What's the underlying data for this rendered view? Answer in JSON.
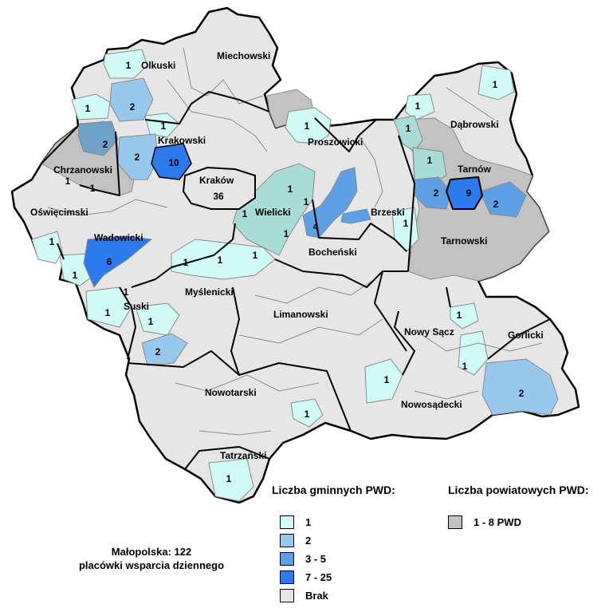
{
  "colors": {
    "none": "#e6e6e6",
    "c1": "#cffaf5",
    "c2": "#97c8ee",
    "c3_5": "#5ea0e6",
    "c7_25": "#2d79ee",
    "powiat": "#c2c2c2",
    "border_thin": "#8a8a8a",
    "border_thick": "#000000"
  },
  "districts": {
    "olkuski": "Olkuski",
    "miechowski": "Miechowski",
    "krakowski": "Krakowski",
    "proszowicki": "Proszowicki",
    "dabrowski": "Dąbrowski",
    "chrzanowski": "Chrzanowski",
    "krakow": "Kraków",
    "tarnow": "Tarnów",
    "oswiecimski": "Oświęcimski",
    "wielicki": "Wielicki",
    "brzeski": "Brzeski",
    "wadowicki": "Wadowicki",
    "bochenski": "Bocheński",
    "tarnowski": "Tarnowski",
    "myslenicki": "Myślenicki",
    "suski": "Suski",
    "limanowski": "Limanowski",
    "nowy_sacz": "Nowy Sącz",
    "gorlicki": "Gorlicki",
    "nowotarski": "Nowotarski",
    "nowosadecki": "Nowosądecki",
    "tatrzanski": "Tatrzański"
  },
  "counts": {
    "olkuski_a": "1",
    "olkuski_b": "1",
    "olkuski_c": "2",
    "krakowski_a": "1",
    "krakowski_b": "2",
    "krakowski_c": "10",
    "chrzanowski_a": "2",
    "chrzanowski_b": "1",
    "chrzanowski_c": "1",
    "krakow": "36",
    "proszowicki": "1",
    "dabrowski_a": "1",
    "dabrowski_b": "1",
    "dabrowski_c": "1",
    "dabrowski_d": "1",
    "tarnow": "9",
    "tarnowski_a": "2",
    "tarnowski_b": "2",
    "oswiecimski": "1",
    "wielicki_a": "1",
    "wielicki_b": "1",
    "wielicki_c": "1",
    "wielicki_d": "1",
    "bochenski": "4",
    "brzeski": "1",
    "wadowicki_a": "6",
    "wadowicki_b": "1",
    "myslenicki_a": "1",
    "myslenicki_b": "1",
    "myslenicki_c": "1",
    "suski_a": "1",
    "suski_b": "1",
    "suski_c": "1",
    "suski_d": "2",
    "nowosadecki_a": "1",
    "nowosadecki_b": "1",
    "nowosadecki_c": "1",
    "gorlicki": "2",
    "nowotarski": "1",
    "tatrzanski": "1"
  },
  "legend": {
    "gminne_title": "Liczba gminnych PWD:",
    "powiatowe_title": "Liczba powiatowych PWD:",
    "items": [
      {
        "label": "1",
        "color": "#cffaf5"
      },
      {
        "label": "2",
        "color": "#97c8ee"
      },
      {
        "label": "3 - 5",
        "color": "#5ea0e6"
      },
      {
        "label": "7 - 25",
        "color": "#2d79ee"
      },
      {
        "label": "Brak",
        "color": "#e6e6e6"
      }
    ],
    "powiat_item": {
      "label": "1 - 8 PWD",
      "color": "#c2c2c2"
    }
  },
  "summary": {
    "line1": "Małopolska: 122",
    "line2": "placówki wsparcia dziennego"
  }
}
